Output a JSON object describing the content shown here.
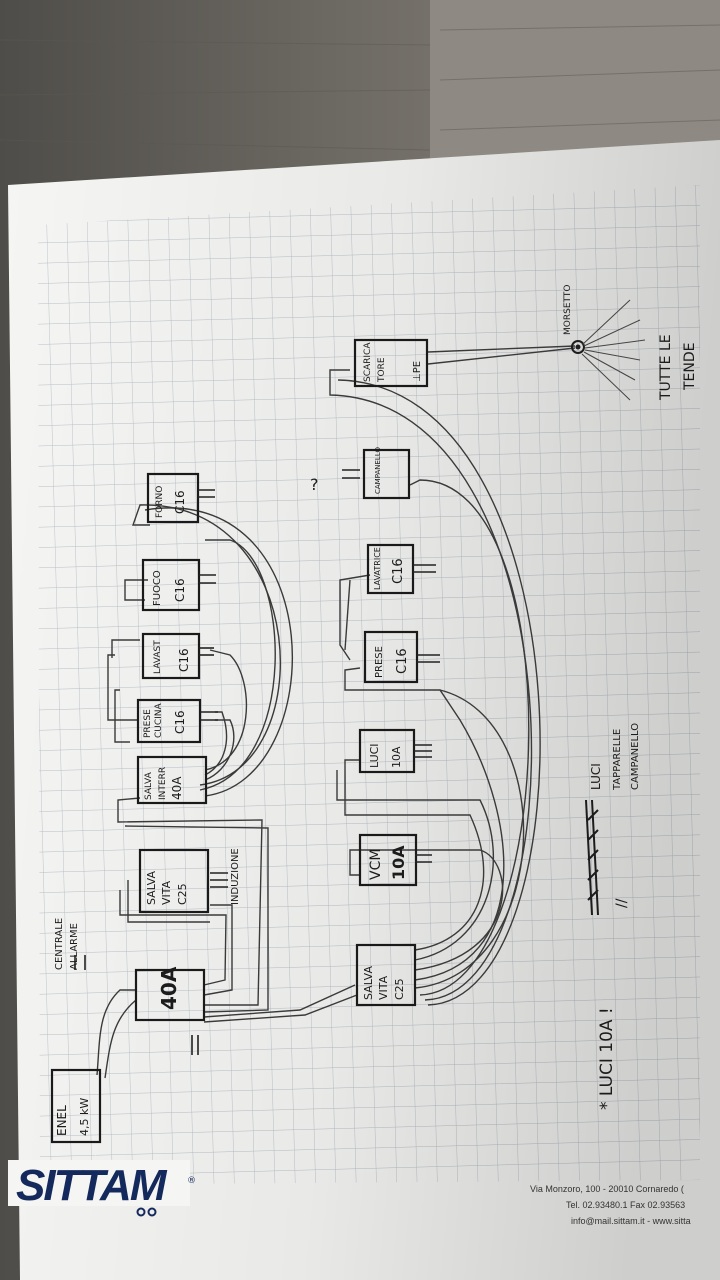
{
  "brand": {
    "logo_text": "SITTAM",
    "registered": "®"
  },
  "footer": {
    "address": "Via Monzoro, 100 - 20010 Cornaredo (",
    "phone": "Tel. 02.93480.1  Fax 02.93563",
    "email": "info@mail.sittam.it - www.sitta"
  },
  "diagram": {
    "meter": {
      "line1": "ENEL",
      "line2": "4,5 kW"
    },
    "main_breaker": {
      "label": "40A"
    },
    "alarm_feed": {
      "line1": "CENTRALE",
      "line2": "ALLARME"
    },
    "induction_rcd": {
      "line1": "SALVA",
      "line2": "VITA",
      "line3": "C25"
    },
    "induction_label": "INDUZIONE",
    "kitchen_rcd": {
      "line1": "SALVA",
      "line2": "INTERR",
      "line3": "40A"
    },
    "kitchen_breakers": [
      {
        "line1": "PRESE",
        "line2": "CUCINA",
        "line3": "C16"
      },
      {
        "line1": "LAVAST",
        "line2": "C16"
      },
      {
        "line1": "FUOCO",
        "line2": "C16"
      },
      {
        "line1": "FORNO",
        "line2": "C16"
      }
    ],
    "house_rcd": {
      "line1": "SALVA",
      "line2": "VITA",
      "line3": "C25"
    },
    "house_breakers": [
      {
        "line1": "VCM",
        "line2": "10A"
      },
      {
        "line1": "LUCI",
        "line2": "10A"
      },
      {
        "line1": "PRESE",
        "line2": "C16"
      },
      {
        "line1": "LAVATRICE",
        "line2": "C16"
      },
      {
        "line1": "CAMPANELLO"
      }
    ],
    "question_mark": "?",
    "shutter_switch": {
      "line1": "SCARICA",
      "line2": "TORE",
      "line3": "⊥PE"
    },
    "terminal_label": "MORSETTO",
    "awnings_note": {
      "line1": "TUTTE LE",
      "line2": "TENDE"
    },
    "luci_legend": {
      "line1": "LUCI",
      "line2": "TAPPARELLE",
      "line3": "CAMPANELLO"
    },
    "ditto": "//",
    "main_note": "* LUCI 10A !"
  }
}
